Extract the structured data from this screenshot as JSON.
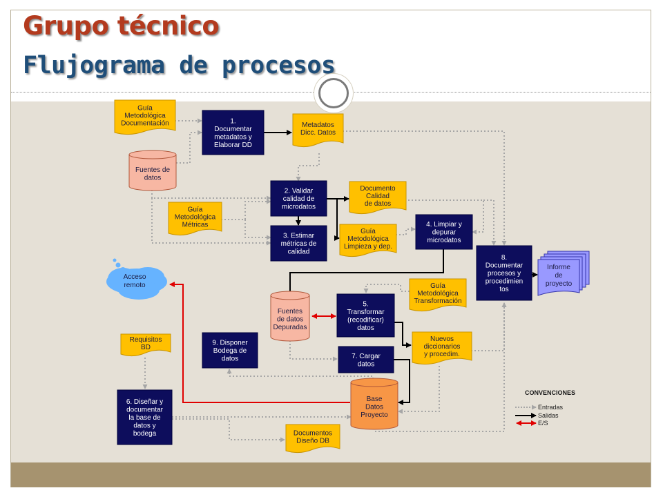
{
  "header": {
    "title": "Grupo técnico",
    "subtitle": "Flujograma de procesos"
  },
  "colors": {
    "process_box": "#0d0d5c",
    "document": "#ffc000",
    "database": "#f7b7a3",
    "database_orange": "#f79646",
    "report": "#9999ff",
    "cloud": "#66b3ff",
    "entrada_arrow": "#a6a6a6",
    "salida_arrow": "#000000",
    "es_arrow": "#e00000",
    "title_red": "#b33a1e",
    "subtitle_blue": "#1f4e79"
  },
  "diagram": {
    "processes": {
      "p1": [
        "1.",
        "Documentar",
        "metadatos y",
        "Elaborar DD"
      ],
      "p2": [
        "2. Validar",
        "calidad de",
        "microdatos"
      ],
      "p3": [
        "3. Estimar",
        "métricas de",
        "calidad"
      ],
      "p4": [
        "4.  Limpiar y",
        "depurar",
        "microdatos"
      ],
      "p5": [
        "5.",
        "Transformar",
        "(recodificar)",
        "datos"
      ],
      "p6": [
        "6. Diseñar y",
        "documentar",
        "la base de",
        "datos y",
        "bodega"
      ],
      "p7": [
        "7. Cargar",
        "datos"
      ],
      "p8": [
        "8.",
        "Documentar",
        "procesos y",
        "procedimien",
        "tos"
      ],
      "p9": [
        "9. Disponer",
        "Bodega de",
        "datos"
      ]
    },
    "documents": {
      "guia_doc": [
        "Guía",
        "Metodológica",
        "Documentación"
      ],
      "metadatos": [
        "Metadatos",
        "Dicc. Datos"
      ],
      "doc_calidad": [
        "Documento",
        "Calidad",
        "de datos"
      ],
      "guia_metricas": [
        "Guía",
        "Metodológica",
        "Métricas"
      ],
      "guia_limpieza": [
        "Guía",
        "Metodológica",
        "Limpieza y dep."
      ],
      "guia_transf": [
        "Guía",
        "Metodológica",
        "Transformación"
      ],
      "nuevos_dicc": [
        "Nuevos",
        "diccionarios",
        "y  procedim."
      ],
      "requisitos": [
        "Requisitos",
        "BD"
      ],
      "docs_diseno": [
        "Documentos",
        "Diseño DB"
      ]
    },
    "databases": {
      "fuentes": [
        "Fuentes de",
        "datos"
      ],
      "fuentes_dep": [
        "Fuentes",
        "de datos",
        "Depuradas"
      ],
      "base_datos": [
        "Base",
        "Datos",
        "Proyecto"
      ]
    },
    "cloud": [
      "Acceso",
      "remoto"
    ],
    "report": [
      "Informe",
      "de",
      "proyecto"
    ],
    "legend": {
      "title": "CONVENCIONES",
      "entradas": "Entradas",
      "salidas": "Salidas",
      "es": "E/S"
    }
  }
}
